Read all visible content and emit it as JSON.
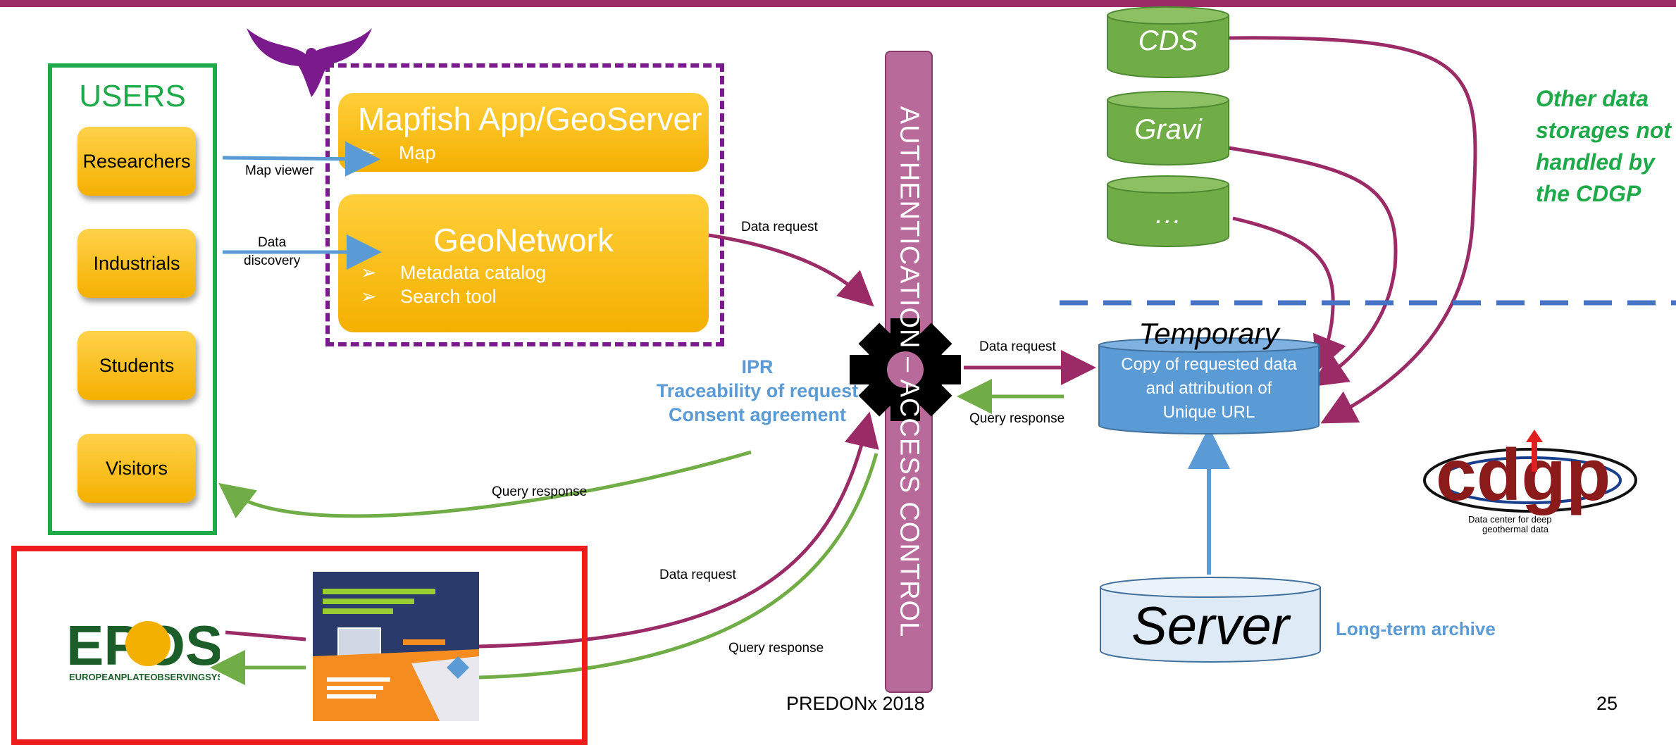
{
  "users": {
    "title": "USERS",
    "buttons": [
      "Researchers",
      "Industrials",
      "Students",
      "Visitors"
    ]
  },
  "mapfish": {
    "title": "Mapfish App/GeoServer",
    "bullet": "Map"
  },
  "geonetwork": {
    "title": "GeoNetwork",
    "bullets": [
      "Metadata catalog",
      "Search tool"
    ]
  },
  "labels": {
    "map_viewer": "Map viewer",
    "data_discovery_1": "Data",
    "data_discovery_2": "discovery",
    "data_request_top": "Data request",
    "data_request_right": "Data request",
    "query_response_right": "Query response",
    "query_response_left": "Query response",
    "data_request_bottom": "Data request",
    "query_response_bottom": "Query response"
  },
  "ipr": {
    "line1": "IPR",
    "line2": "Traceability of request",
    "line3": "Consent agreement"
  },
  "auth": {
    "text": "AUTHENTICATION – ACCESS CONTROL"
  },
  "storages": {
    "cds": "CDS",
    "gravi": "Gravi",
    "dots": "…"
  },
  "other_note": [
    "Other data",
    "storages not",
    "handled by",
    "the CDGP"
  ],
  "temporary": {
    "title": "Temporary",
    "lines": [
      "Copy of requested data",
      "and attribution of",
      "Unique URL"
    ]
  },
  "server": {
    "label": "Server",
    "archive": "Long-term archive"
  },
  "cdgp_logo": {
    "letters": "cdgp",
    "caption1": "Data center for deep",
    "caption2": "geothermal data"
  },
  "epos": {
    "name": "EPOS",
    "caption": "EUROPEANPLATEOBSERVINGSYSTEM"
  },
  "footer": {
    "event": "PREDONx 2018",
    "page": "25"
  },
  "colors": {
    "purple": "#9b2b66",
    "green": "#1faa4a",
    "blue": "#5b9bd5",
    "orange": "#f4b000",
    "arrow_green": "#70ad47",
    "arrow_purple": "#9b2b66"
  }
}
